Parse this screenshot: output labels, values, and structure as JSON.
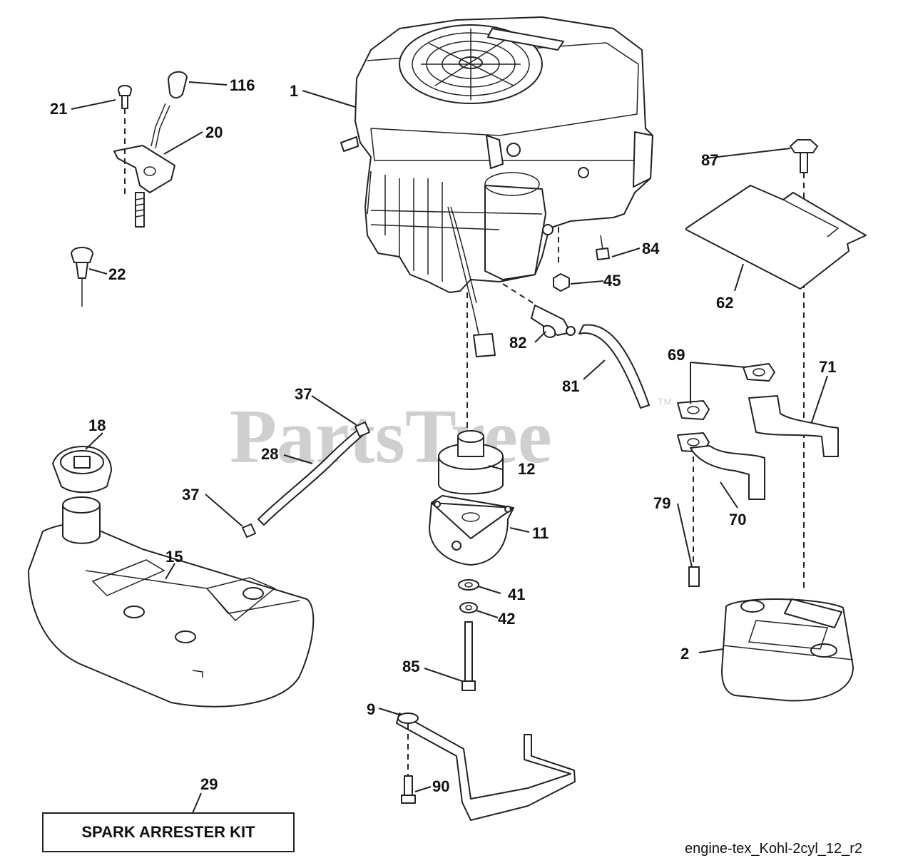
{
  "diagram": {
    "watermark": "PartsTree",
    "trademark": "TM",
    "reference": "engine-tex_Kohl-2cyl_12_r2",
    "kit_label": "SPARK ARRESTER KIT",
    "callouts": {
      "c1": "1",
      "c2": "2",
      "c9": "9",
      "c11": "11",
      "c12": "12",
      "c15": "15",
      "c18": "18",
      "c20": "20",
      "c21": "21",
      "c22": "22",
      "c28": "28",
      "c29": "29",
      "c37a": "37",
      "c37b": "37",
      "c41": "41",
      "c42": "42",
      "c45": "45",
      "c62": "62",
      "c69": "69",
      "c70": "70",
      "c71": "71",
      "c79": "79",
      "c81": "81",
      "c82": "82",
      "c84": "84",
      "c85": "85",
      "c87": "87",
      "c90": "90",
      "c116": "116"
    }
  }
}
